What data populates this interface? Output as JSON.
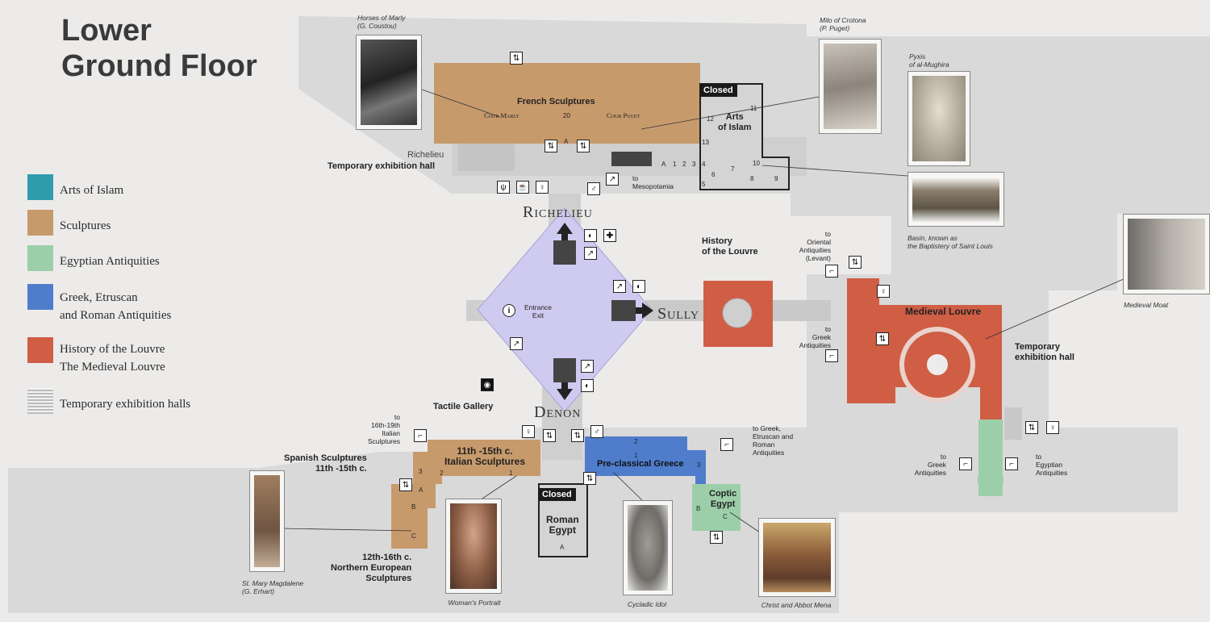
{
  "title": "Lower\nGround Floor",
  "legend": [
    {
      "label": "Arts of Islam",
      "color": "#2f9cad"
    },
    {
      "label": "Sculptures",
      "color": "#c79a6c"
    },
    {
      "label": "Egyptian Antiquities",
      "color": "#9ccfa9"
    },
    {
      "label": "Greek, Etruscan\nand Roman Antiquities",
      "color": "#4f7dcc"
    },
    {
      "label": "History of the Louvre\nThe Medieval Louvre",
      "color": "#cf5e45"
    },
    {
      "label": "Temporary exhibition halls",
      "color": "#d8d8d8"
    }
  ],
  "pavilions": {
    "richelieu": "Richelieu",
    "sully": "Sully",
    "denon": "Denon"
  },
  "rooms": {
    "french_sculptures": "French Sculptures",
    "cour_marly": "Cour Marly",
    "cour_puget": "Cour Puget",
    "arts_of_islam": "Arts\nof Islam",
    "richelieu_temp": "Richelieu",
    "richelieu_temp2": "Temporary exhibition hall",
    "history_louvre": "History\nof the Louvre",
    "medieval_louvre": "Medieval Louvre",
    "temp_hall_right": "Temporary\nexhibition hall",
    "tactile_gallery": "Tactile Gallery",
    "italian_sculptures": "11th -15th c.\nItalian Sculptures",
    "spanish_sculptures": "Spanish Sculptures\n11th -15th c.",
    "northern_sculptures": "12th-16th c.\nNorthern European\nSculptures",
    "roman_egypt": "Roman\nEgypt",
    "preclassical_greece": "Pre-classical Greece",
    "coptic_egypt": "Coptic\nEgypt",
    "entrance_exit": "Entrance\nExit"
  },
  "closed_label": "Closed",
  "directions": {
    "mesopotamia": "to\nMesopotamia",
    "oriental": "to\nOriental\nAntiquities\n(Levant)",
    "greek_mid": "to\nGreek\nAntiquities",
    "italian_1619": "to\n16th-19th\nItalian\nSculptures",
    "greek_etruscan": "to Greek,\nEtruscan and\nRoman\nAntiquities",
    "greek_bottom": "to\nGreek\nAntiquities",
    "egyptian": "to\nEgyptian\nAntiquities"
  },
  "captions": {
    "horses": "Horses of Marly\n(G. Coustou)",
    "milo": "Milo of Crotona\n(P. Puget)",
    "pyxis": "Pyxis\nof al-Mughira",
    "basin": "Basin, known as\nthe Baptistery of Saint Louis",
    "moat": "Medieval Moat",
    "magdalene": "St. Mary Magdalene\n(G. Erhart)",
    "woman": "Woman's Portrait",
    "cycladic": "Cycladic Idol",
    "christ": "Christ and Abbot Mena"
  },
  "room_numbers": {
    "n20": "20",
    "nA": "A",
    "n1": "1",
    "n2": "2",
    "n3": "3",
    "n4": "4",
    "n5": "5",
    "n6": "6",
    "n7": "7",
    "n8": "8",
    "n9": "9",
    "n10": "10",
    "n11": "11",
    "n12": "12",
    "n13": "13",
    "nB": "B",
    "nC": "C"
  },
  "icons": [
    "elevator-icon",
    "escalator-icon",
    "restroom-icon",
    "cafe-icon",
    "restaurant-icon",
    "audioguide-icon",
    "first-aid-icon",
    "info-icon",
    "stairs-icon",
    "tactile-icon"
  ]
}
